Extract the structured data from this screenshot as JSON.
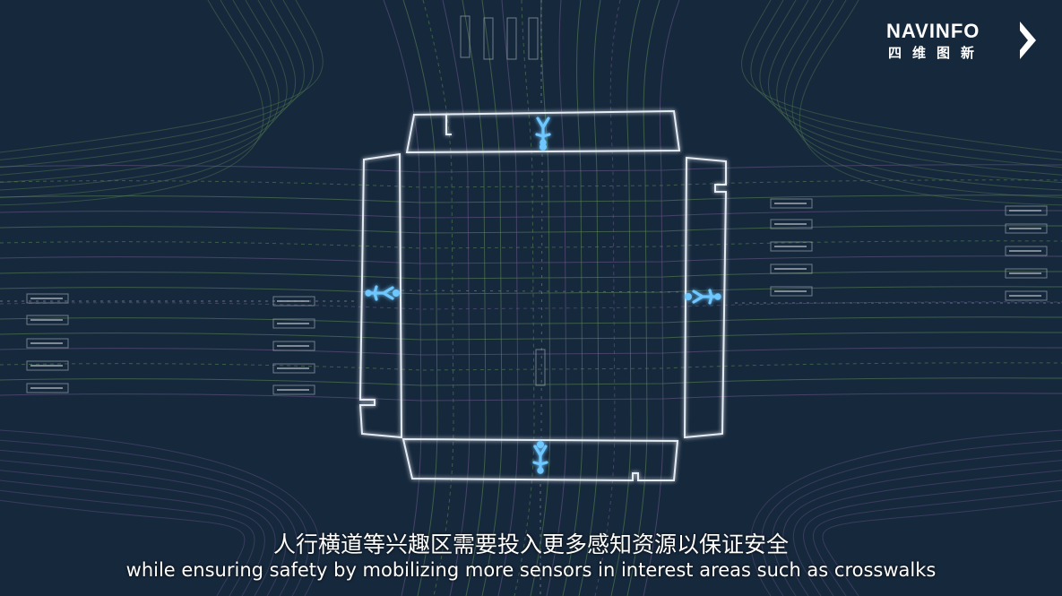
{
  "logo": {
    "brand": "NAVINFO",
    "brand_cn": "四维图新",
    "icon": "chevron-right-icon"
  },
  "scene": {
    "description_icon": "pedestrian-icon",
    "colors": {
      "background": "#16283c",
      "lane_green": "#5f8a55",
      "lane_purple": "#6f5a8e",
      "lane_white": "#9aa3ad",
      "crosswalk_outline": "#e6ecf3",
      "pedestrian": "#6ec8ff"
    }
  },
  "subtitles": {
    "chinese": "人行横道等兴趣区需要投入更多感知资源以保证安全",
    "english": "while ensuring safety by mobilizing more sensors in interest areas such as crosswalks"
  }
}
